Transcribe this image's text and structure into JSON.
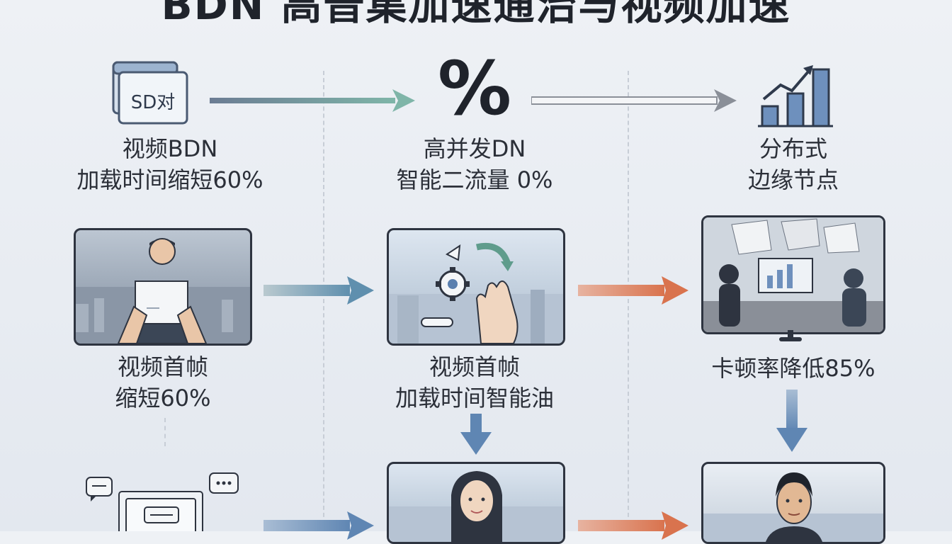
{
  "title": "BDN 高普集加速通治与视频加速",
  "nodes": [
    {
      "id": "n1",
      "line1": "视频BDN",
      "line2": "加载时间缩短60%",
      "icon": "document-sd-icon",
      "icon_text": "SD对"
    },
    {
      "id": "n2",
      "line1": "高并发DN",
      "line2": "智能二流量 0%",
      "icon": "percent-icon",
      "icon_text": "%"
    },
    {
      "id": "n3",
      "line1": "分布式",
      "line2": "边缘节点",
      "icon": "bar-chart-trend-icon"
    },
    {
      "id": "n4",
      "line1": "视频首帧",
      "line2": "缩短60%",
      "icon": "presenter-tablet-image"
    },
    {
      "id": "n5",
      "line1": "视频首帧",
      "line2": "加载时间智能油",
      "icon": "gesture-gear-image"
    },
    {
      "id": "n6",
      "line1": "卡顿率降低85%",
      "line2": "",
      "icon": "office-monitor-image"
    },
    {
      "id": "n7",
      "line1": "",
      "line2": "",
      "icon": "chat-devices-icon"
    },
    {
      "id": "n8",
      "line1": "",
      "line2": "",
      "icon": "woman-portrait-image"
    },
    {
      "id": "n9",
      "line1": "",
      "line2": "",
      "icon": "man-portrait-image"
    }
  ],
  "colors": {
    "arrow_blue": "#5f86b3",
    "arrow_teal": "#6fa8a8",
    "arrow_gray": "#8a8f98",
    "arrow_orange": "#d9734e",
    "panel_border": "#2e3440"
  }
}
